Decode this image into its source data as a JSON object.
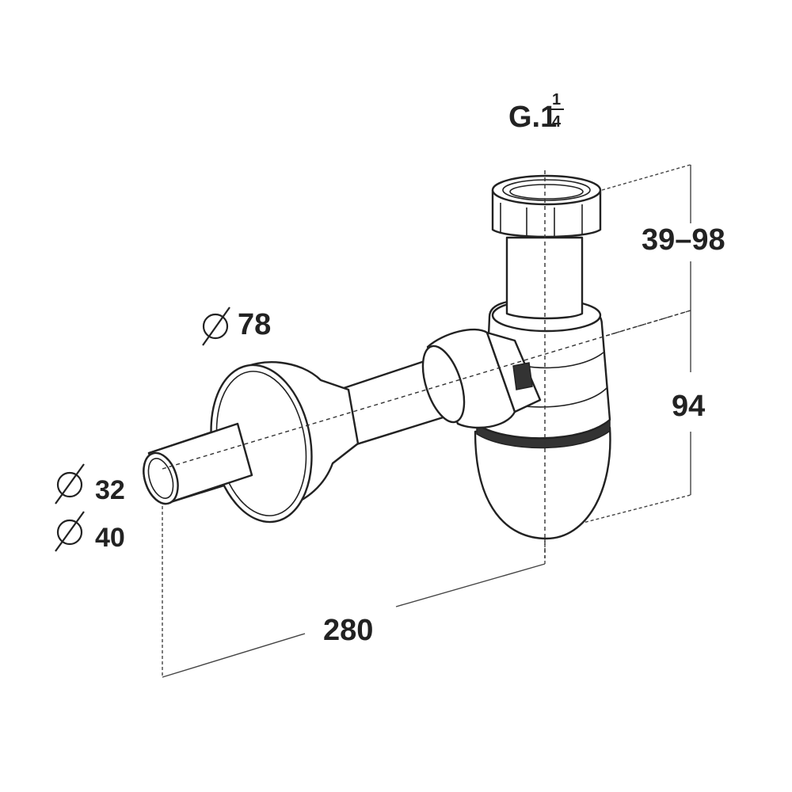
{
  "labels": {
    "thread": "G.1",
    "thread_frac_num": "1",
    "thread_frac_den": "4",
    "height_adjust": "39–98",
    "height_trap": "94",
    "diameter_rosette": "78",
    "diameter_small": "32",
    "diameter_large": "40",
    "length": "280"
  },
  "symbols": {
    "diameter": "diameter-icon"
  },
  "colors": {
    "line": "#222222"
  }
}
